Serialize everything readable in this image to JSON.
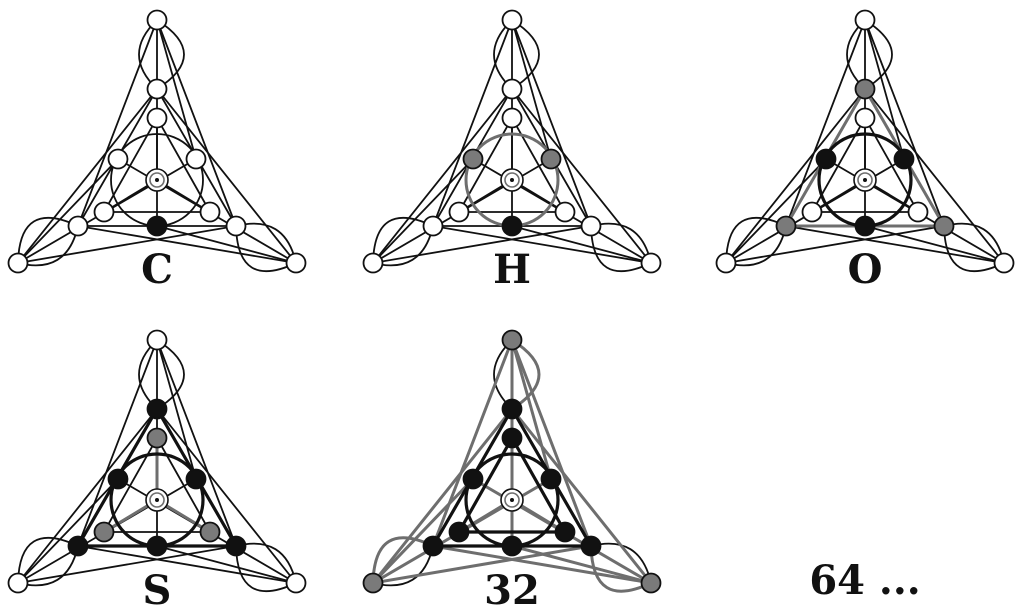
{
  "figure": {
    "colors": {
      "black": "#111111",
      "gray": "#7a7a7a",
      "white": "#ffffff",
      "line_black": "#111111",
      "line_gray": "#6e6e6e"
    },
    "panels": [
      {
        "label": "C",
        "node_fill": {
          "apex": "white",
          "upper": "white",
          "mid": "white",
          "shoulder": "white",
          "inner": "white",
          "outer": "white",
          "bottom": "black"
        },
        "gray_edges": [],
        "bold_edges": []
      },
      {
        "label": "H",
        "node_fill": {
          "apex": "white",
          "upper": "white",
          "mid": "white",
          "shoulder": "gray",
          "inner": "white",
          "outer": "white",
          "bottom": "black"
        },
        "gray_edges": [
          "circle"
        ],
        "bold_edges": []
      },
      {
        "label": "O",
        "node_fill": {
          "apex": "white",
          "upper": "gray",
          "mid": "white",
          "shoulder": "black",
          "inner": "white",
          "outer": "gray",
          "bottom": "black"
        },
        "gray_edges": [
          "outer-tri"
        ],
        "bold_edges": [
          "circle"
        ]
      },
      {
        "label": "S",
        "node_fill": {
          "apex": "white",
          "upper": "black",
          "mid": "gray",
          "shoulder": "black",
          "inner": "gray",
          "outer": "black",
          "bottom": "black"
        },
        "gray_edges": [
          "spokes"
        ],
        "bold_edges": [
          "circle",
          "outer-tri"
        ]
      },
      {
        "label": "32",
        "node_fill": {
          "apex": "gray",
          "upper": "black",
          "mid": "black",
          "shoulder": "black",
          "inner": "black",
          "outer": "black",
          "bottom": "black"
        },
        "gray_edges": [
          "loops",
          "corner-links",
          "spokes"
        ],
        "bold_edges": [
          "circle",
          "outer-tri",
          "inner-tri"
        ]
      }
    ],
    "continuation": "64 ..."
  }
}
